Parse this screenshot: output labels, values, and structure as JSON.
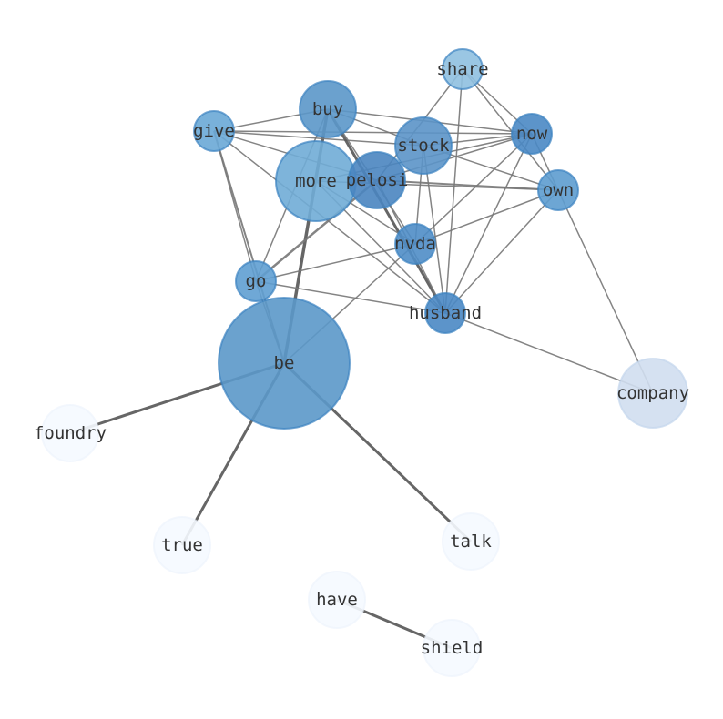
{
  "title": "Word co-occurrence network",
  "nodes": [
    {
      "id": "share",
      "label": "share",
      "color": "#8fc0e0"
    },
    {
      "id": "buy",
      "label": "buy",
      "color": "#5b97c9"
    },
    {
      "id": "give",
      "label": "give",
      "color": "#6aa8d6"
    },
    {
      "id": "stock",
      "label": "stock",
      "color": "#5b93c8"
    },
    {
      "id": "now",
      "label": "now",
      "color": "#4a88c4"
    },
    {
      "id": "more",
      "label": "more",
      "color": "#70acd6"
    },
    {
      "id": "pelosi",
      "label": "pelosi",
      "color": "#4a85c0"
    },
    {
      "id": "own",
      "label": "own",
      "color": "#5d9ccf"
    },
    {
      "id": "nvda",
      "label": "nvda",
      "color": "#4f8dc7"
    },
    {
      "id": "go",
      "label": "go",
      "color": "#5f9fd2"
    },
    {
      "id": "husband",
      "label": "husband",
      "color": "#4a88c4"
    },
    {
      "id": "be",
      "label": "be",
      "color": "#5b98c9"
    },
    {
      "id": "company",
      "label": "company",
      "color": "#d0def0"
    },
    {
      "id": "foundry",
      "label": "foundry",
      "color": "#f5f9ff"
    },
    {
      "id": "true",
      "label": "true",
      "color": "#f5f9ff"
    },
    {
      "id": "talk",
      "label": "talk",
      "color": "#f5f9ff"
    },
    {
      "id": "have",
      "label": "have",
      "color": "#f5f9ff"
    },
    {
      "id": "shield",
      "label": "shield",
      "color": "#f5f9ff"
    }
  ],
  "edges": [
    [
      "be",
      "buy",
      3.5
    ],
    [
      "be",
      "give",
      2
    ],
    [
      "be",
      "go",
      1.5
    ],
    [
      "be",
      "nvda",
      1.5
    ],
    [
      "be",
      "foundry",
      3
    ],
    [
      "be",
      "true",
      3
    ],
    [
      "be",
      "talk",
      3
    ],
    [
      "have",
      "shield",
      3
    ],
    [
      "give",
      "buy",
      1.5
    ],
    [
      "give",
      "stock",
      1.5
    ],
    [
      "give",
      "now",
      1.5
    ],
    [
      "give",
      "husband",
      1.5
    ],
    [
      "give",
      "pelosi",
      1.5
    ],
    [
      "give",
      "go",
      1.5
    ],
    [
      "buy",
      "now",
      1.5
    ],
    [
      "buy",
      "stock",
      1.5
    ],
    [
      "buy",
      "husband",
      3
    ],
    [
      "buy",
      "nvda",
      1.5
    ],
    [
      "buy",
      "go",
      1.5
    ],
    [
      "stock",
      "now",
      1.5
    ],
    [
      "stock",
      "own",
      1.5
    ],
    [
      "stock",
      "nvda",
      1.5
    ],
    [
      "stock",
      "husband",
      1.5
    ],
    [
      "share",
      "husband",
      1.5
    ],
    [
      "share",
      "own",
      1.5
    ],
    [
      "share",
      "now",
      1.5
    ],
    [
      "share",
      "pelosi",
      1.5
    ],
    [
      "now",
      "pelosi",
      1.5
    ],
    [
      "now",
      "more",
      1.5
    ],
    [
      "now",
      "nvda",
      1.5
    ],
    [
      "now",
      "husband",
      1.5
    ],
    [
      "now",
      "company",
      1.5
    ],
    [
      "pelosi",
      "own",
      2
    ],
    [
      "more",
      "own",
      1.5
    ],
    [
      "pelosi",
      "husband",
      1.5
    ],
    [
      "more",
      "husband",
      1.5
    ],
    [
      "go",
      "pelosi",
      2.5
    ],
    [
      "go",
      "nvda",
      1.5
    ],
    [
      "go",
      "husband",
      1.5
    ],
    [
      "nvda",
      "own",
      1.5
    ],
    [
      "husband",
      "own",
      1.5
    ],
    [
      "husband",
      "company",
      1.5
    ],
    [
      "more",
      "nvda",
      1.5
    ]
  ]
}
